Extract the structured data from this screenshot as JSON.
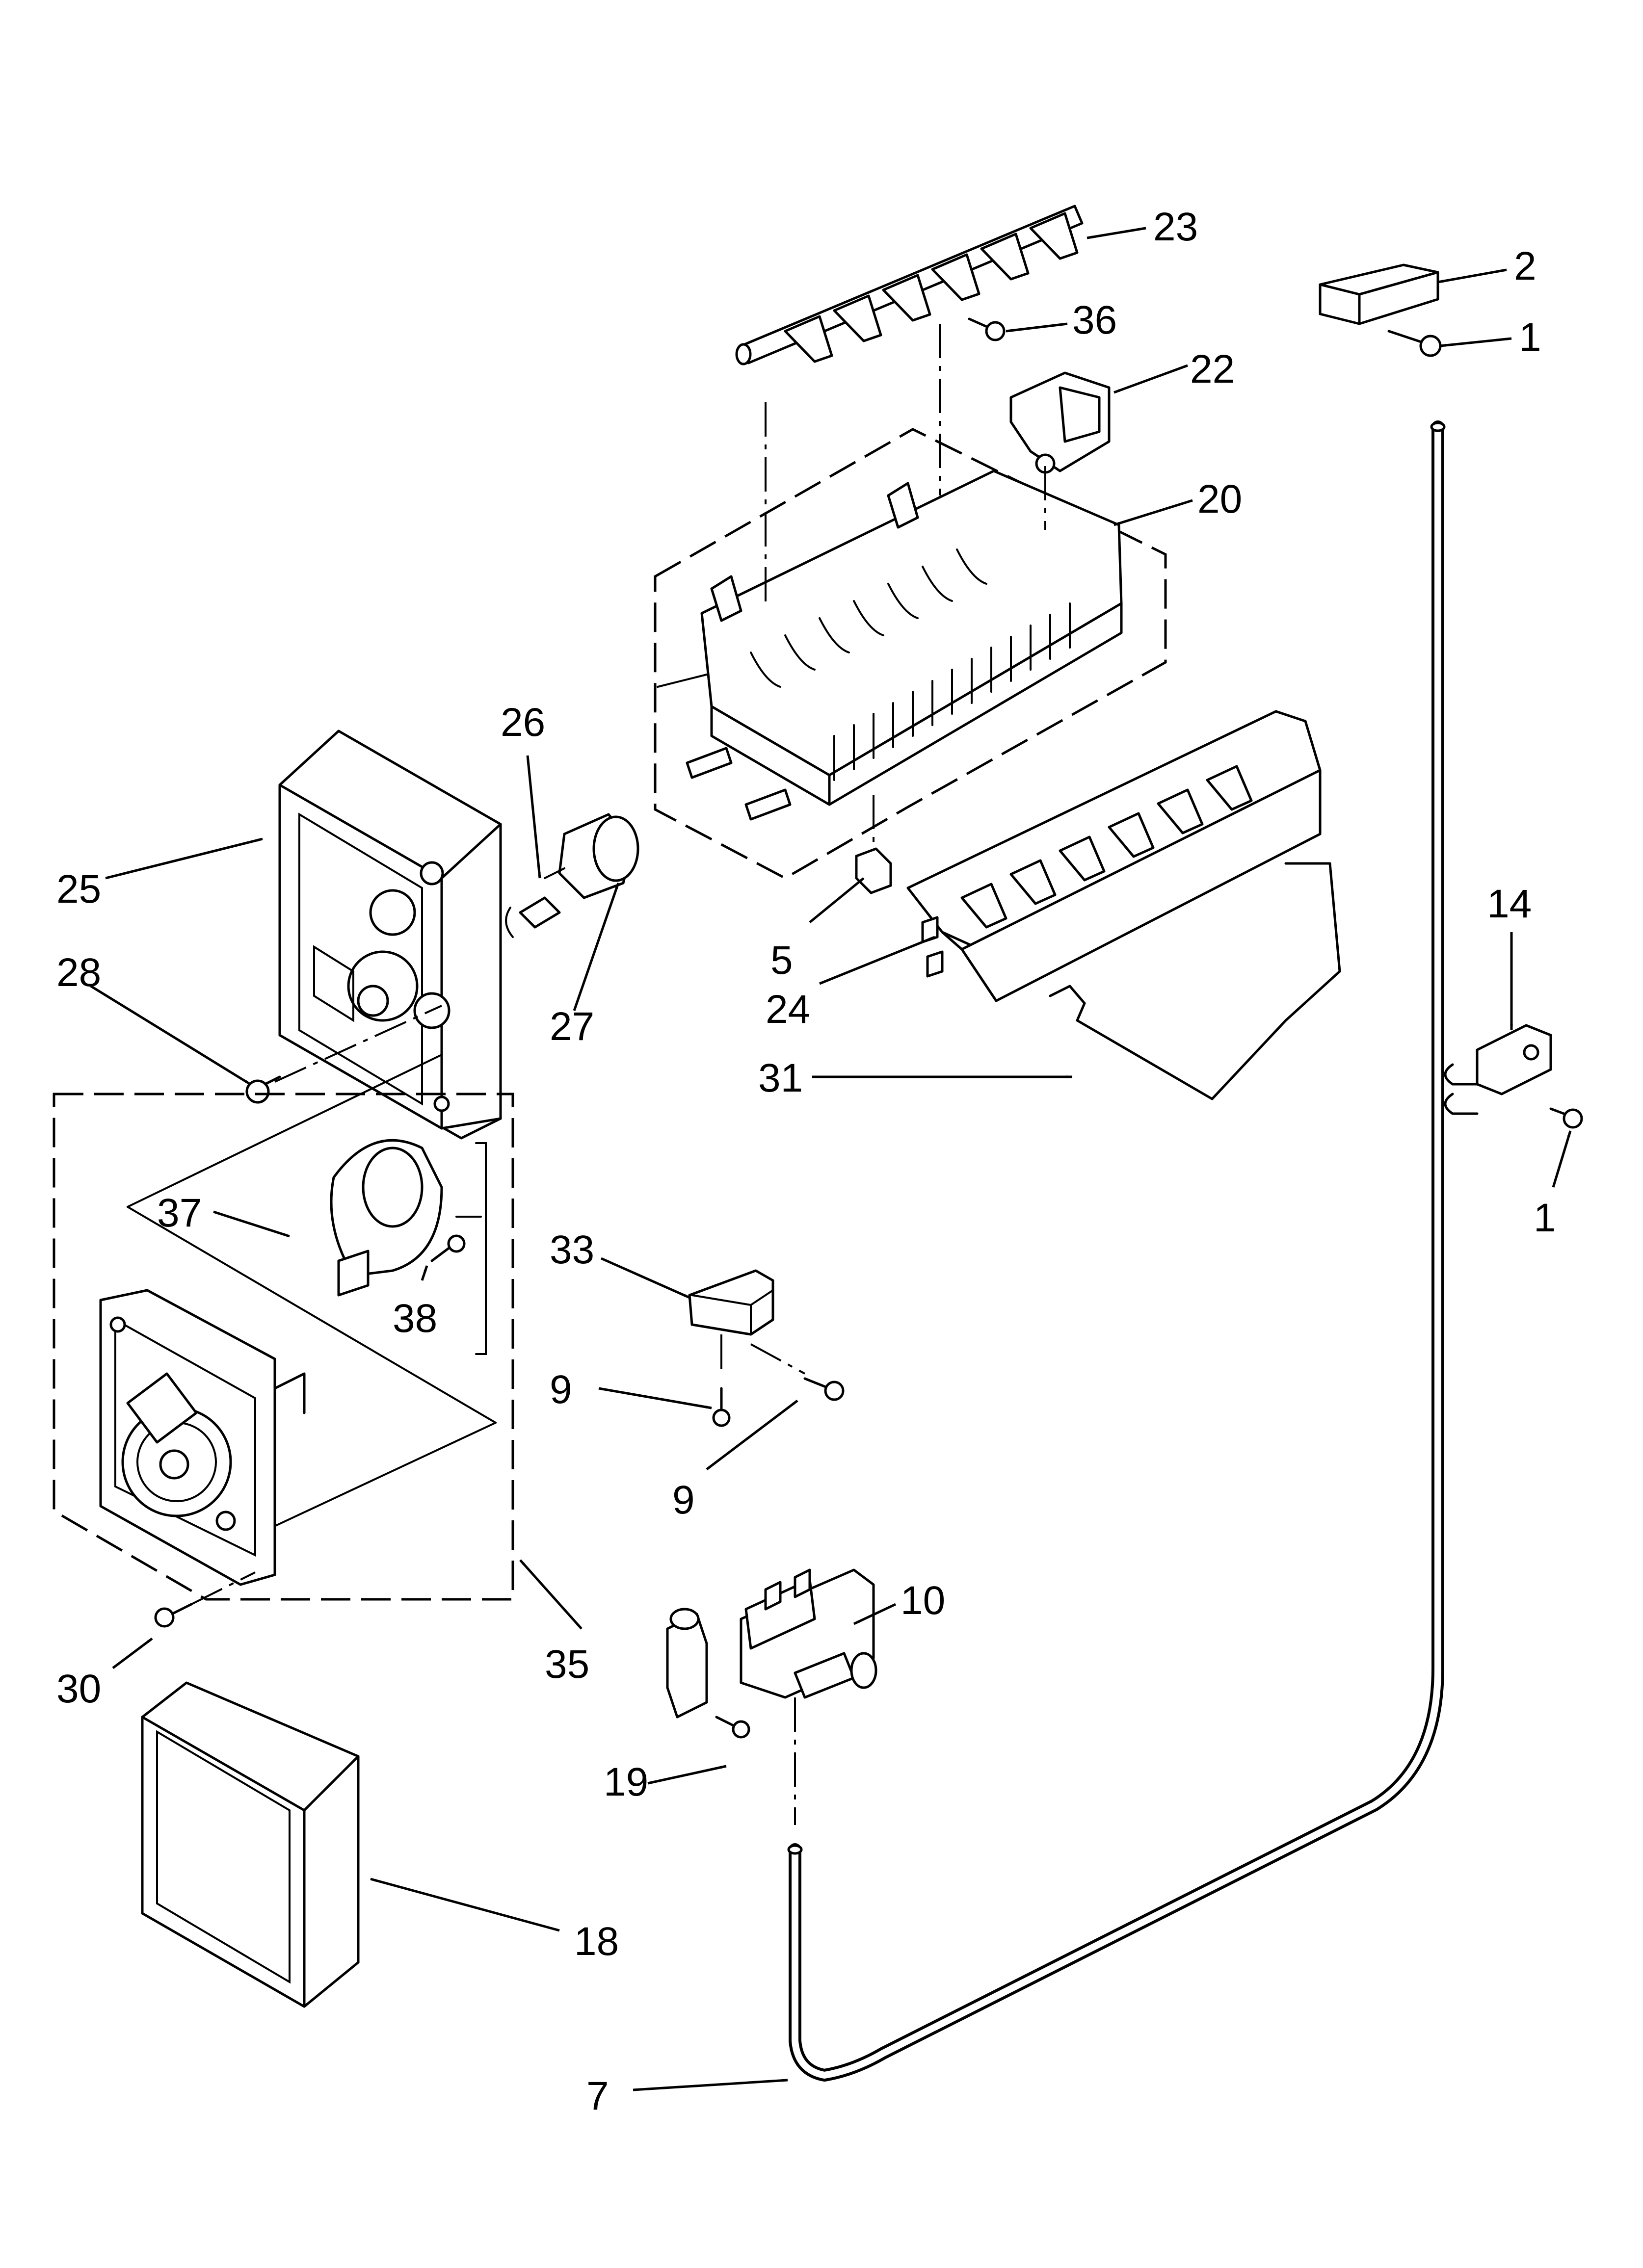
{
  "callouts": {
    "c1a": "1",
    "c1b": "1",
    "c2": "2",
    "c5": "5",
    "c7": "7",
    "c9a": "9",
    "c9b": "9",
    "c10": "10",
    "c14": "14",
    "c18": "18",
    "c19": "19",
    "c20": "20",
    "c22": "22",
    "c23": "23",
    "c24": "24",
    "c25": "25",
    "c26": "26",
    "c27": "27",
    "c28": "28",
    "c30": "30",
    "c31": "31",
    "c33": "33",
    "c35": "35",
    "c36": "36",
    "c37": "37",
    "c38": "38"
  },
  "colors": {
    "line": "#000000",
    "background": "#ffffff"
  }
}
